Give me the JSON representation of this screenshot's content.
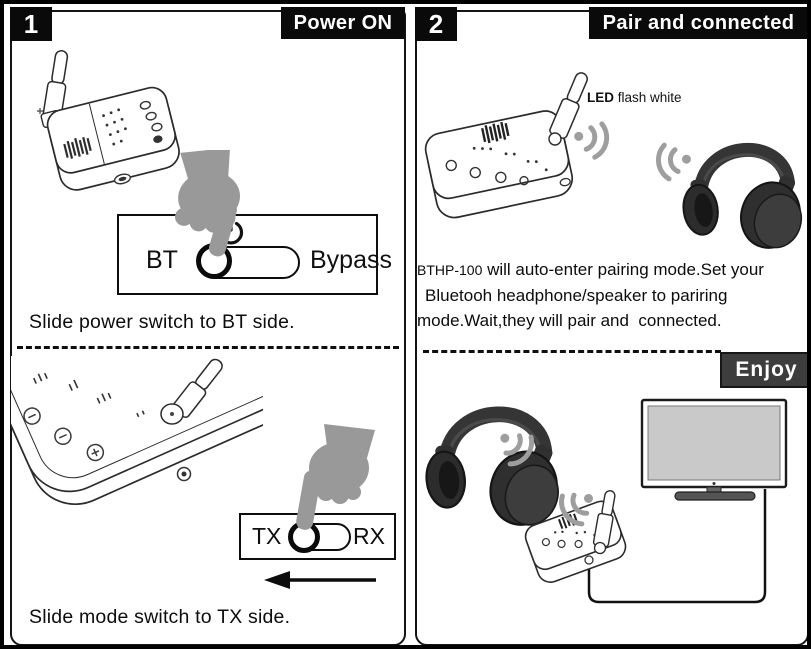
{
  "panels": {
    "step1": {
      "number": "1",
      "title": "Power ON",
      "power_switch": {
        "left": "BT",
        "right": "Bypass"
      },
      "caption_power": "Slide power switch to BT side.",
      "mode_switch": {
        "left": "TX",
        "right": "RX"
      },
      "caption_mode": "Slide mode switch to TX side."
    },
    "step2": {
      "number": "2",
      "title": "Pair and connected",
      "led_note": {
        "bold": "LED",
        "rest": " flash white"
      },
      "description": {
        "model": "BTHP-100",
        "line1_rest": " will auto-enter pairing mode.Set your",
        "line2": "Bluetooh headphone/speaker to pariring",
        "line3": "mode.Wait,they will pair and  connected."
      },
      "enjoy_title": "Enjoy"
    }
  },
  "icons": {
    "power": "power-icon",
    "hand": "hand-pointer-icon",
    "waves": "wireless-waves-icon",
    "headphones": "headphones-icon",
    "tv": "tv-icon",
    "transmitter": "transmitter-device",
    "arrow": "arrow-left-icon"
  },
  "colors": {
    "panel_border": "#141414",
    "header_bg": "#0a0a0a",
    "header_text": "#ffffff",
    "hand_gray": "#999999",
    "wave_gray": "#9e9e9e",
    "headphone_dark": "#353535",
    "tv_screen": "#c9c9c9",
    "enjoy_bg": "#3d3d3d"
  }
}
